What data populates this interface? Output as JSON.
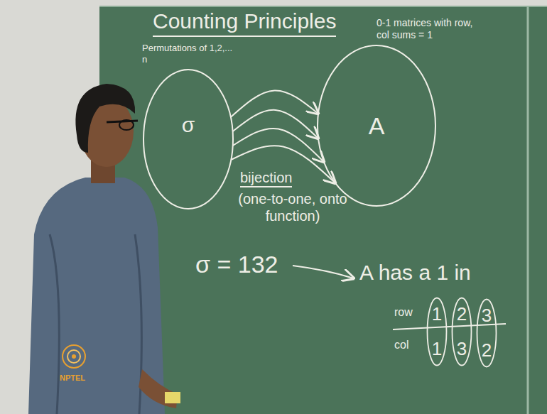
{
  "diagram": {
    "title": "Counting Principles",
    "nodes": [
      {
        "text": [
          "Permutations of 1,2,... n",
          "σ"
        ]
      },
      {
        "text": [
          "0-1 matrices with row, col sums = 1",
          "A"
        ]
      },
      {
        "text": [
          "1",
          "1"
        ]
      },
      {
        "text": [
          "2",
          "3"
        ]
      },
      {
        "text": [
          "3",
          "2"
        ]
      }
    ],
    "edges": [
      {
        "from": 0,
        "to": 1,
        "arrow": "to"
      },
      {
        "from": 0,
        "to": 1,
        "arrow": "to"
      },
      {
        "from": 0,
        "to": 1,
        "arrow": "to"
      },
      {
        "from": 0,
        "to": 1,
        "arrow": "to"
      }
    ],
    "labels": [
      "bijection",
      "(one-to-one, onto function)",
      "σ = 132",
      "A has a 1 in",
      "row",
      "col",
      "NPTEL"
    ]
  }
}
